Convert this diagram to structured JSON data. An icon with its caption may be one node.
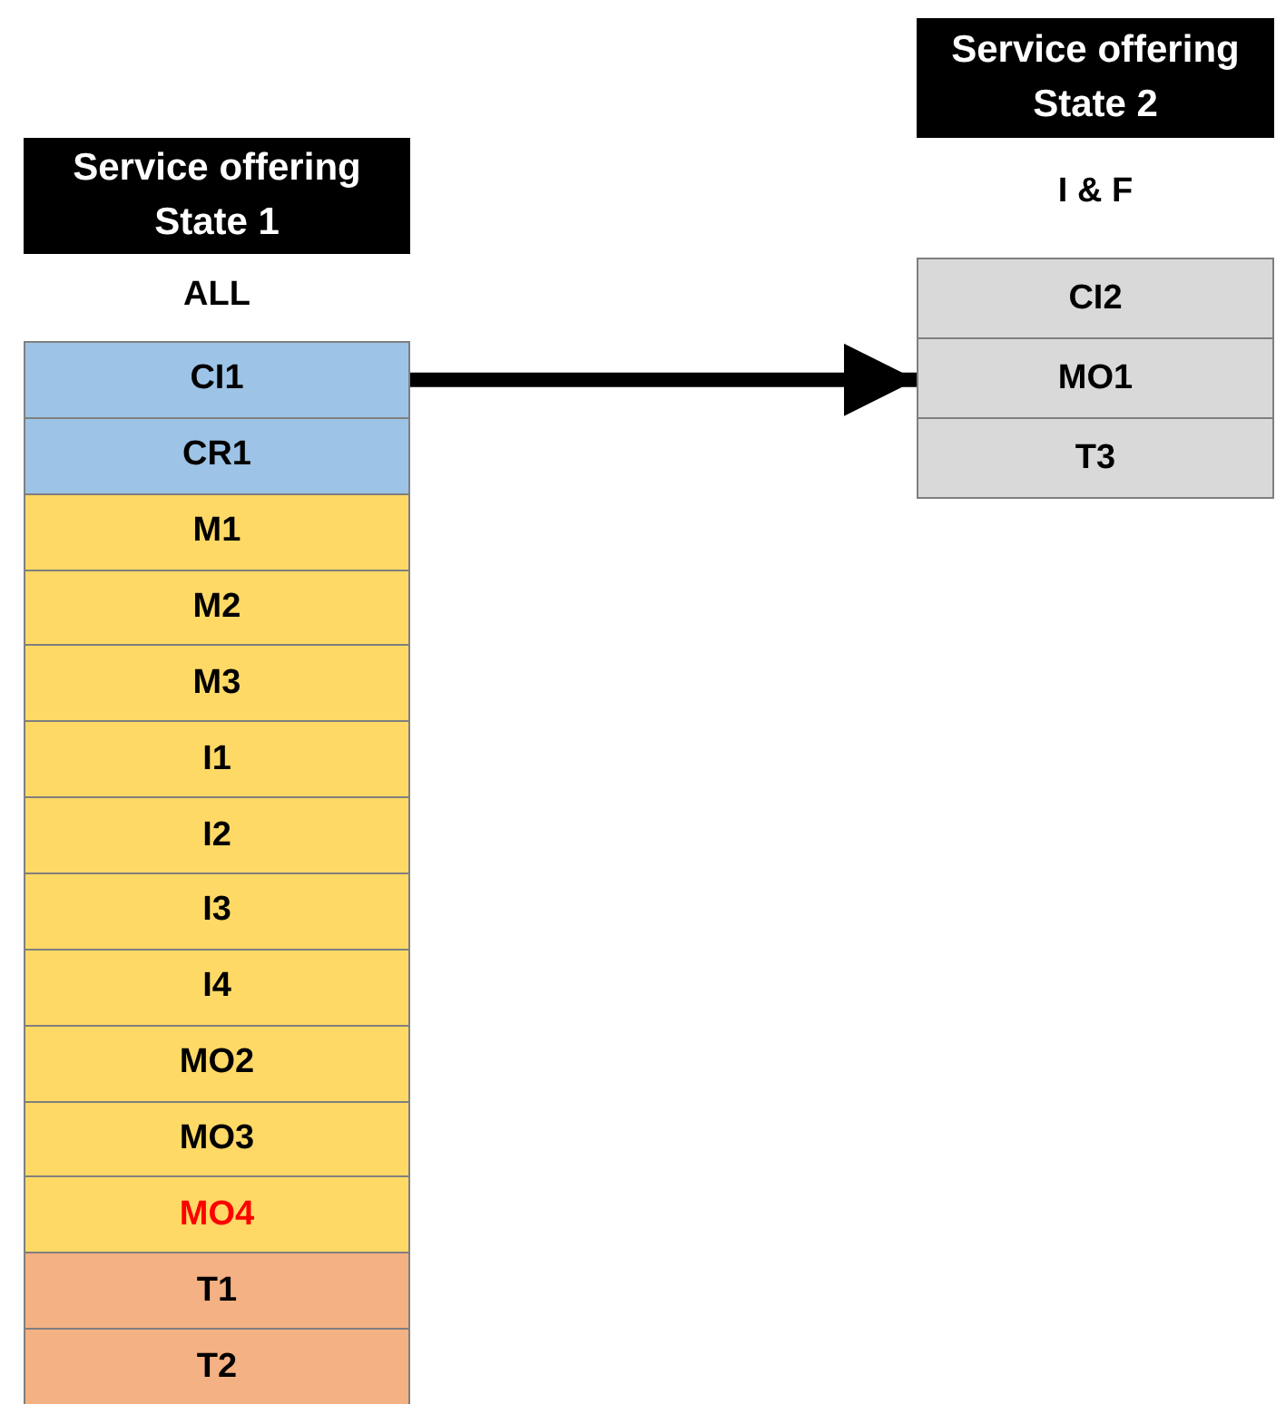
{
  "diagram": {
    "nodes": [
      {
        "text": [
          "Service offering State 1"
        ]
      },
      {
        "text": [
          "CI1"
        ]
      },
      {
        "text": [
          "CR1"
        ]
      },
      {
        "text": [
          "M1"
        ]
      },
      {
        "text": [
          "M2"
        ]
      },
      {
        "text": [
          "M3"
        ]
      },
      {
        "text": [
          "I1"
        ]
      },
      {
        "text": [
          "I2"
        ]
      },
      {
        "text": [
          "I3"
        ]
      },
      {
        "text": [
          "I4"
        ]
      },
      {
        "text": [
          "MO2"
        ]
      },
      {
        "text": [
          "MO3"
        ]
      },
      {
        "text": [
          "MO4"
        ]
      },
      {
        "text": [
          "T1"
        ]
      },
      {
        "text": [
          "T2"
        ]
      },
      {
        "text": [
          "Service offering State 2"
        ]
      },
      {
        "text": [
          "CI2"
        ]
      },
      {
        "text": [
          "MO1"
        ]
      },
      {
        "text": [
          "T3"
        ]
      }
    ],
    "edges": [
      {
        "from": 1,
        "to": 17,
        "arrow": "to"
      }
    ],
    "labels": [
      "ALL",
      "I & F"
    ]
  }
}
